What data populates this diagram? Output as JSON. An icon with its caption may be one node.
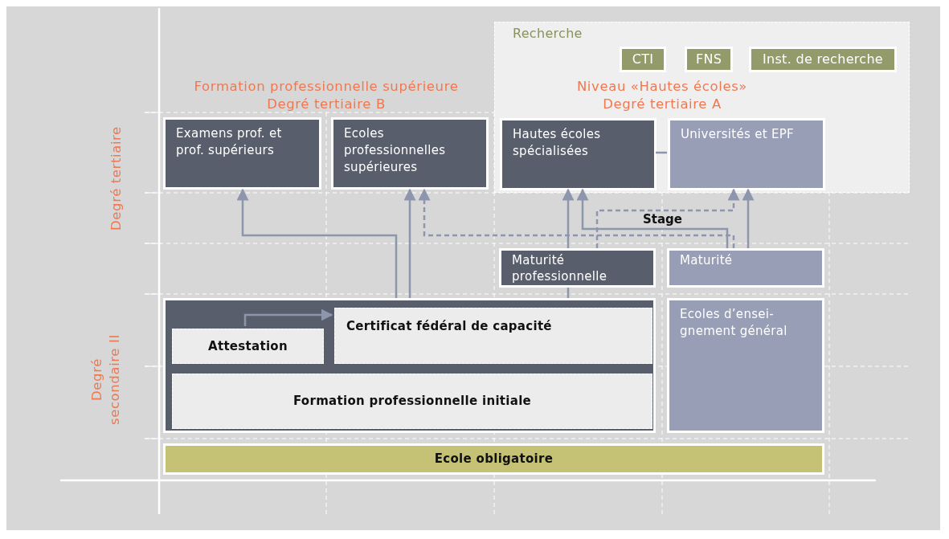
{
  "diagram": {
    "nodes": [
      {
        "text": [
          "Recherche"
        ]
      },
      {
        "text": [
          "CTI"
        ],
        "in": 0
      },
      {
        "text": [
          "FNS"
        ],
        "in": 0
      },
      {
        "text": [
          "Inst. de recherche"
        ],
        "in": 0
      },
      {
        "text": [
          "Examens prof. et prof. supérieurs"
        ]
      },
      {
        "text": [
          "Ecoles professionnelles supérieures"
        ]
      },
      {
        "text": [
          "Hautes écoles spécialisées"
        ],
        "in": 0
      },
      {
        "text": [
          "Universités et EPF"
        ],
        "in": 0
      },
      {
        "text": [
          "Maturité professionnelle"
        ]
      },
      {
        "text": [
          "Maturité"
        ]
      },
      {
        "text": [],
        "shape": "box"
      },
      {
        "text": [
          "Attestation"
        ],
        "in": 10
      },
      {
        "text": [
          "Certificat fédéral de capacité"
        ],
        "in": 10
      },
      {
        "text": [
          "Formation professionnelle initiale"
        ],
        "in": 10
      },
      {
        "text": [
          "Ecoles d’ensei- gnement général"
        ]
      },
      {
        "text": [
          "Ecole obligatoire"
        ]
      }
    ],
    "edges": [
      {
        "from": 11,
        "to": 12,
        "arrow": "to"
      },
      {
        "from": 10,
        "to": 4,
        "arrow": "to"
      },
      {
        "from": 10,
        "to": 5,
        "arrow": "to"
      },
      {
        "from": 10,
        "to": 8,
        "arrow": "none"
      },
      {
        "from": 8,
        "to": 6,
        "arrow": "to"
      },
      {
        "from": 9,
        "to": 6,
        "arrow": "to",
        "label": "Stage"
      },
      {
        "from": 9,
        "to": 7,
        "arrow": "to"
      },
      {
        "from": 9,
        "to": 5,
        "arrow": "to",
        "style": "dashed"
      },
      {
        "from": 8,
        "to": 7,
        "arrow": "to",
        "style": "dashed"
      },
      {
        "from": 6,
        "to": 7,
        "arrow": "none"
      }
    ],
    "labels": [
      "Formation professionnelle supérieure Degré tertiaire B",
      "Niveau «Hautes écoles» Degré tertiaire A",
      "Degré tertiaire",
      "Degré secondaire II"
    ]
  }
}
